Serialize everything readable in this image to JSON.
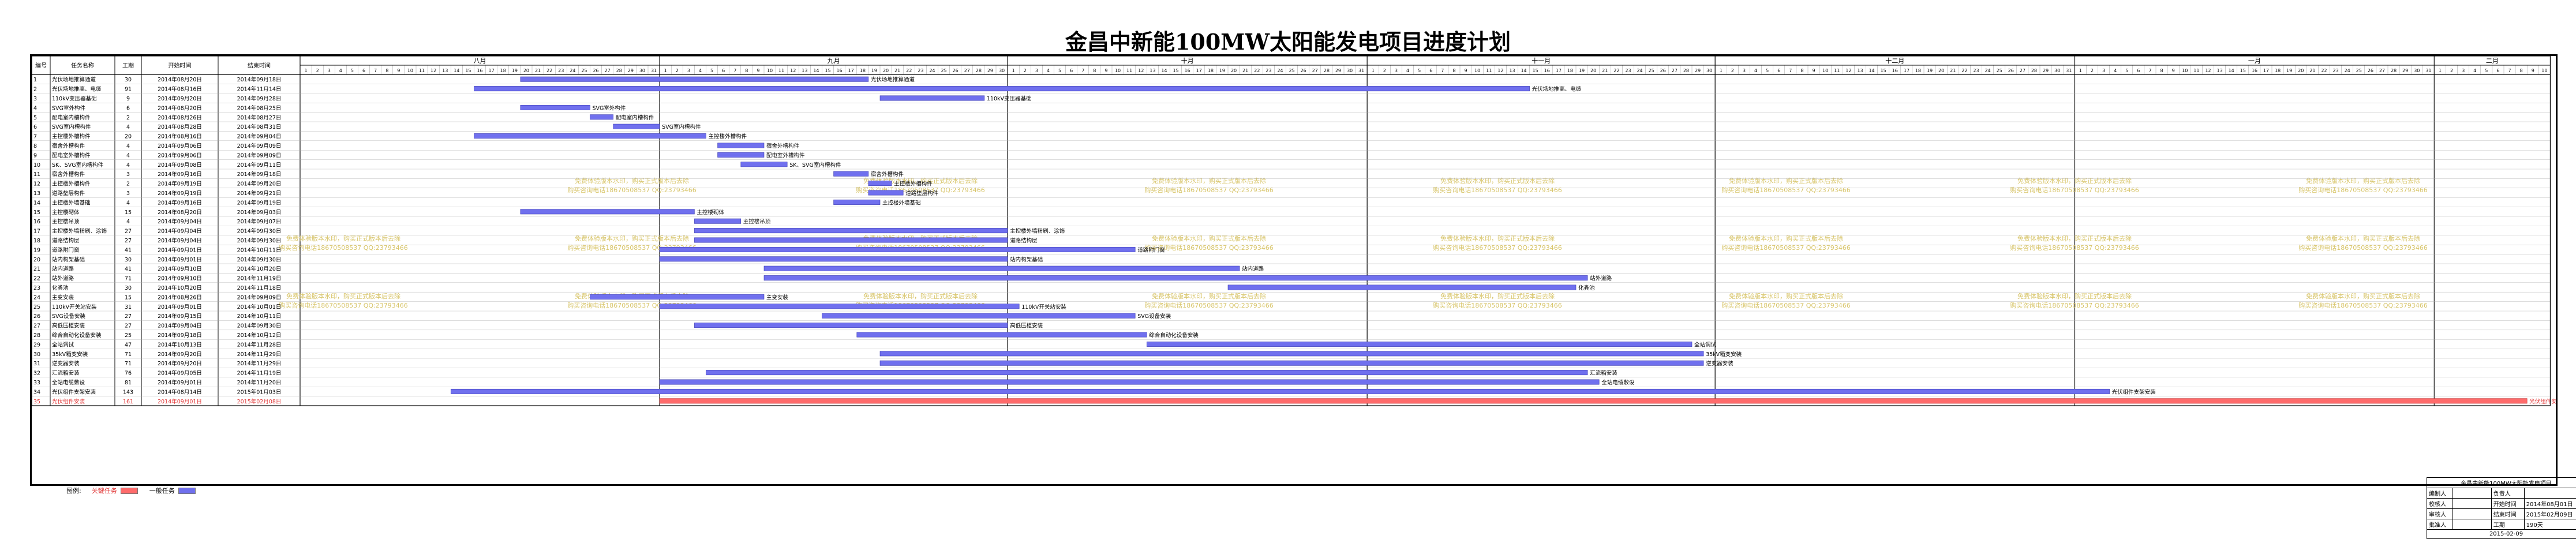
{
  "page": {
    "title": "金昌中新能100MW太阳能发电项目进度计划"
  },
  "headers": {
    "no": "编号",
    "name": "任务名称",
    "dur": "工期",
    "start": "开始时间",
    "end": "结束时间"
  },
  "months": [
    {
      "label": "八月",
      "year": 2014,
      "month": 8,
      "days": 31
    },
    {
      "label": "九月",
      "year": 2014,
      "month": 9,
      "days": 30
    },
    {
      "label": "十月",
      "year": 2014,
      "month": 10,
      "days": 31
    },
    {
      "label": "十一月",
      "year": 2014,
      "month": 11,
      "days": 30
    },
    {
      "label": "十二月",
      "year": 2014,
      "month": 12,
      "days": 31
    },
    {
      "label": "一月",
      "year": 2015,
      "month": 1,
      "days": 31
    },
    {
      "label": "二月",
      "year": 2015,
      "month": 2,
      "days": 10
    }
  ],
  "watermark": {
    "line1": "免费体验版本水印，购买正式版本后去除",
    "line2": "购买咨询电话18670508537 QQ:23793466"
  },
  "legend": {
    "label": "图例:",
    "critical": "关键任务",
    "normal": "一般任务",
    "critical_color": "#ff6b6b",
    "normal_color": "#7070ee"
  },
  "title_block": {
    "project": "金昌中新能100MW太阳能发电项目",
    "rows": [
      [
        "编制人",
        "",
        "负责人",
        ""
      ],
      [
        "校核人",
        "",
        "开始时间",
        "2014年08月01日"
      ],
      [
        "审核人",
        "",
        "结束时间",
        "2015年02月09日"
      ],
      [
        "批准人",
        "",
        "工期",
        "190天"
      ]
    ],
    "date": "2015-02-09"
  },
  "chart_data": {
    "type": "gantt",
    "title": "金昌中新能100MW太阳能发电项目进度计划",
    "x_unit": "date",
    "xlim": [
      "2014-08-01",
      "2015-02-09"
    ],
    "tasks": [
      {
        "no": "1",
        "name": "光伏场地推算通道",
        "dur": "30",
        "start": "2014-08-20",
        "end": "2014-09-18",
        "label": "光伏场地推算通道",
        "critical": false
      },
      {
        "no": "2",
        "name": "光伏场地推高、电缆",
        "dur": "91",
        "start": "2014-08-16",
        "end": "2014-11-14",
        "label": "光伏场地推高、电缆",
        "critical": false
      },
      {
        "no": "3",
        "name": "110kV变压器基础",
        "dur": "9",
        "start": "2014-09-20",
        "end": "2014-09-28",
        "label": "110kV变压器基础",
        "critical": false
      },
      {
        "no": "4",
        "name": "SVG室外构件",
        "dur": "6",
        "start": "2014-08-20",
        "end": "2014-08-25",
        "label": "SVG室外构件",
        "critical": false
      },
      {
        "no": "5",
        "name": "配电室内槽构件",
        "dur": "2",
        "start": "2014-08-26",
        "end": "2014-08-27",
        "label": "配电室内槽构件",
        "critical": false
      },
      {
        "no": "6",
        "name": "SVG室内槽构件",
        "dur": "4",
        "start": "2014-08-28",
        "end": "2014-08-31",
        "label": "SVG室内槽构件",
        "critical": false
      },
      {
        "no": "7",
        "name": "主控楼外槽构件",
        "dur": "20",
        "start": "2014-08-16",
        "end": "2014-09-04",
        "label": "主控楼外槽构件",
        "critical": false
      },
      {
        "no": "8",
        "name": "宿舍外槽构件",
        "dur": "4",
        "start": "2014-09-06",
        "end": "2014-09-09",
        "label": "宿舍外槽构件",
        "critical": false
      },
      {
        "no": "9",
        "name": "配电室外槽构件",
        "dur": "4",
        "start": "2014-09-06",
        "end": "2014-09-09",
        "label": "配电室外槽构件",
        "critical": false
      },
      {
        "no": "10",
        "name": "SK、SVG室内槽构件",
        "dur": "4",
        "start": "2014-09-08",
        "end": "2014-09-11",
        "label": "SK、SVG室内槽构件",
        "critical": false
      },
      {
        "no": "11",
        "name": "宿舍外槽构件",
        "dur": "3",
        "start": "2014-09-16",
        "end": "2014-09-18",
        "label": "宿舍外槽构件",
        "critical": false
      },
      {
        "no": "12",
        "name": "主控楼外槽构件",
        "dur": "2",
        "start": "2014-09-19",
        "end": "2014-09-20",
        "label": "主控楼外槽构件",
        "critical": false
      },
      {
        "no": "13",
        "name": "道路垫层构件",
        "dur": "3",
        "start": "2014-09-19",
        "end": "2014-09-21",
        "label": "道路垫层构件",
        "critical": false
      },
      {
        "no": "14",
        "name": "主控楼外墙基础",
        "dur": "4",
        "start": "2014-09-16",
        "end": "2014-09-19",
        "label": "主控楼外墙基础",
        "critical": false
      },
      {
        "no": "15",
        "name": "主控楼砌体",
        "dur": "15",
        "start": "2014-08-20",
        "end": "2014-09-03",
        "label": "主控楼砌体",
        "critical": false
      },
      {
        "no": "16",
        "name": "主控楼吊顶",
        "dur": "4",
        "start": "2014-09-04",
        "end": "2014-09-07",
        "label": "主控楼吊顶",
        "critical": false
      },
      {
        "no": "17",
        "name": "主控楼外墙粉刷、涂饰",
        "dur": "27",
        "start": "2014-09-04",
        "end": "2014-09-30",
        "label": "主控楼外墙粉刷、涂饰",
        "critical": false
      },
      {
        "no": "18",
        "name": "道路结构层",
        "dur": "27",
        "start": "2014-09-04",
        "end": "2014-09-30",
        "label": "道路结构层",
        "critical": false
      },
      {
        "no": "19",
        "name": "道路附门窗",
        "dur": "41",
        "start": "2014-09-01",
        "end": "2014-10-11",
        "label": "道路附门窗",
        "critical": false
      },
      {
        "no": "20",
        "name": "站内构架基础",
        "dur": "30",
        "start": "2014-09-01",
        "end": "2014-09-30",
        "label": "站内构架基础",
        "critical": false
      },
      {
        "no": "21",
        "name": "站内道路",
        "dur": "41",
        "start": "2014-09-10",
        "end": "2014-10-20",
        "label": "站内道路",
        "critical": false
      },
      {
        "no": "22",
        "name": "站外道路",
        "dur": "71",
        "start": "2014-09-10",
        "end": "2014-11-19",
        "label": "站外道路",
        "critical": false
      },
      {
        "no": "23",
        "name": "化粪池",
        "dur": "30",
        "start": "2014-10-20",
        "end": "2014-11-18",
        "label": "化粪池",
        "critical": false
      },
      {
        "no": "24",
        "name": "主变安装",
        "dur": "15",
        "start": "2014-08-26",
        "end": "2014-09-09",
        "label": "主变安装",
        "critical": false
      },
      {
        "no": "25",
        "name": "110kV开关站安装",
        "dur": "31",
        "start": "2014-09-01",
        "end": "2014-10-01",
        "label": "110kV开关站安装",
        "critical": false
      },
      {
        "no": "26",
        "name": "SVG设备安装",
        "dur": "27",
        "start": "2014-09-15",
        "end": "2014-10-11",
        "label": "SVG设备安装",
        "critical": false
      },
      {
        "no": "27",
        "name": "高低压柜安装",
        "dur": "27",
        "start": "2014-09-04",
        "end": "2014-09-30",
        "label": "高低压柜安装",
        "critical": false
      },
      {
        "no": "28",
        "name": "综合自动化设备安装",
        "dur": "25",
        "start": "2014-09-18",
        "end": "2014-10-12",
        "label": "综合自动化设备安装",
        "critical": false
      },
      {
        "no": "29",
        "name": "全站调试",
        "dur": "47",
        "start": "2014-10-13",
        "end": "2014-11-28",
        "label": "全站调试",
        "critical": false
      },
      {
        "no": "30",
        "name": "35kV箱变安装",
        "dur": "71",
        "start": "2014-09-20",
        "end": "2014-11-29",
        "label": "35kV箱变安装",
        "critical": false
      },
      {
        "no": "31",
        "name": "逆变器安装",
        "dur": "71",
        "start": "2014-09-20",
        "end": "2014-11-29",
        "label": "逆变器安装",
        "critical": false
      },
      {
        "no": "32",
        "name": "汇流箱安装",
        "dur": "76",
        "start": "2014-09-05",
        "end": "2014-11-19",
        "label": "汇流箱安装",
        "critical": false
      },
      {
        "no": "33",
        "name": "全站电缆敷设",
        "dur": "81",
        "start": "2014-09-01",
        "end": "2014-11-20",
        "label": "全站电缆敷设",
        "critical": false
      },
      {
        "no": "34",
        "name": "光伏组件支架安装",
        "dur": "143",
        "start": "2014-08-14",
        "end": "2015-01-03",
        "label": "光伏组件支架安装",
        "critical": false
      },
      {
        "no": "35",
        "name": "光伏组件安装",
        "dur": "161",
        "start": "2014-09-01",
        "end": "2015-02-08",
        "label": "光伏组件安装",
        "critical": true
      }
    ]
  }
}
